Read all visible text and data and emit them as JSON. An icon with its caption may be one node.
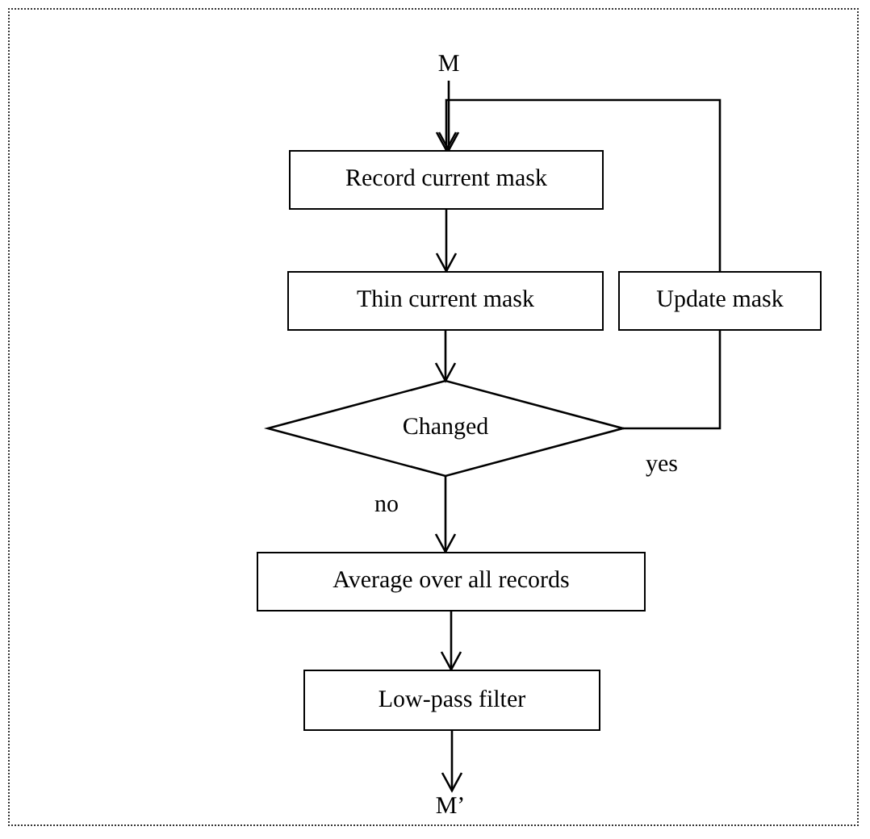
{
  "diagram": {
    "nodes": [
      {
        "text": [
          "M"
        ]
      },
      {
        "text": [
          "Record current mask"
        ]
      },
      {
        "text": [
          "Thin current mask"
        ]
      },
      {
        "text": [
          "Update mask"
        ]
      },
      {
        "text": [
          "Changed"
        ]
      },
      {
        "text": [
          "Average over all records"
        ]
      },
      {
        "text": [
          "Low-pass filter"
        ]
      },
      {
        "text": [
          "M’"
        ]
      }
    ],
    "edges": [
      {
        "from": 0,
        "to": 1,
        "arrow": "to"
      },
      {
        "from": 1,
        "to": 2,
        "arrow": "to"
      },
      {
        "from": 2,
        "to": 4,
        "arrow": "to"
      },
      {
        "from": 4,
        "to": 3,
        "arrow": "none",
        "label": "yes"
      },
      {
        "from": 3,
        "to": 1,
        "arrow": "to"
      },
      {
        "from": 4,
        "to": 5,
        "arrow": "to",
        "label": "no"
      },
      {
        "from": 5,
        "to": 6,
        "arrow": "to"
      },
      {
        "from": 6,
        "to": 7,
        "arrow": "to"
      }
    ]
  }
}
